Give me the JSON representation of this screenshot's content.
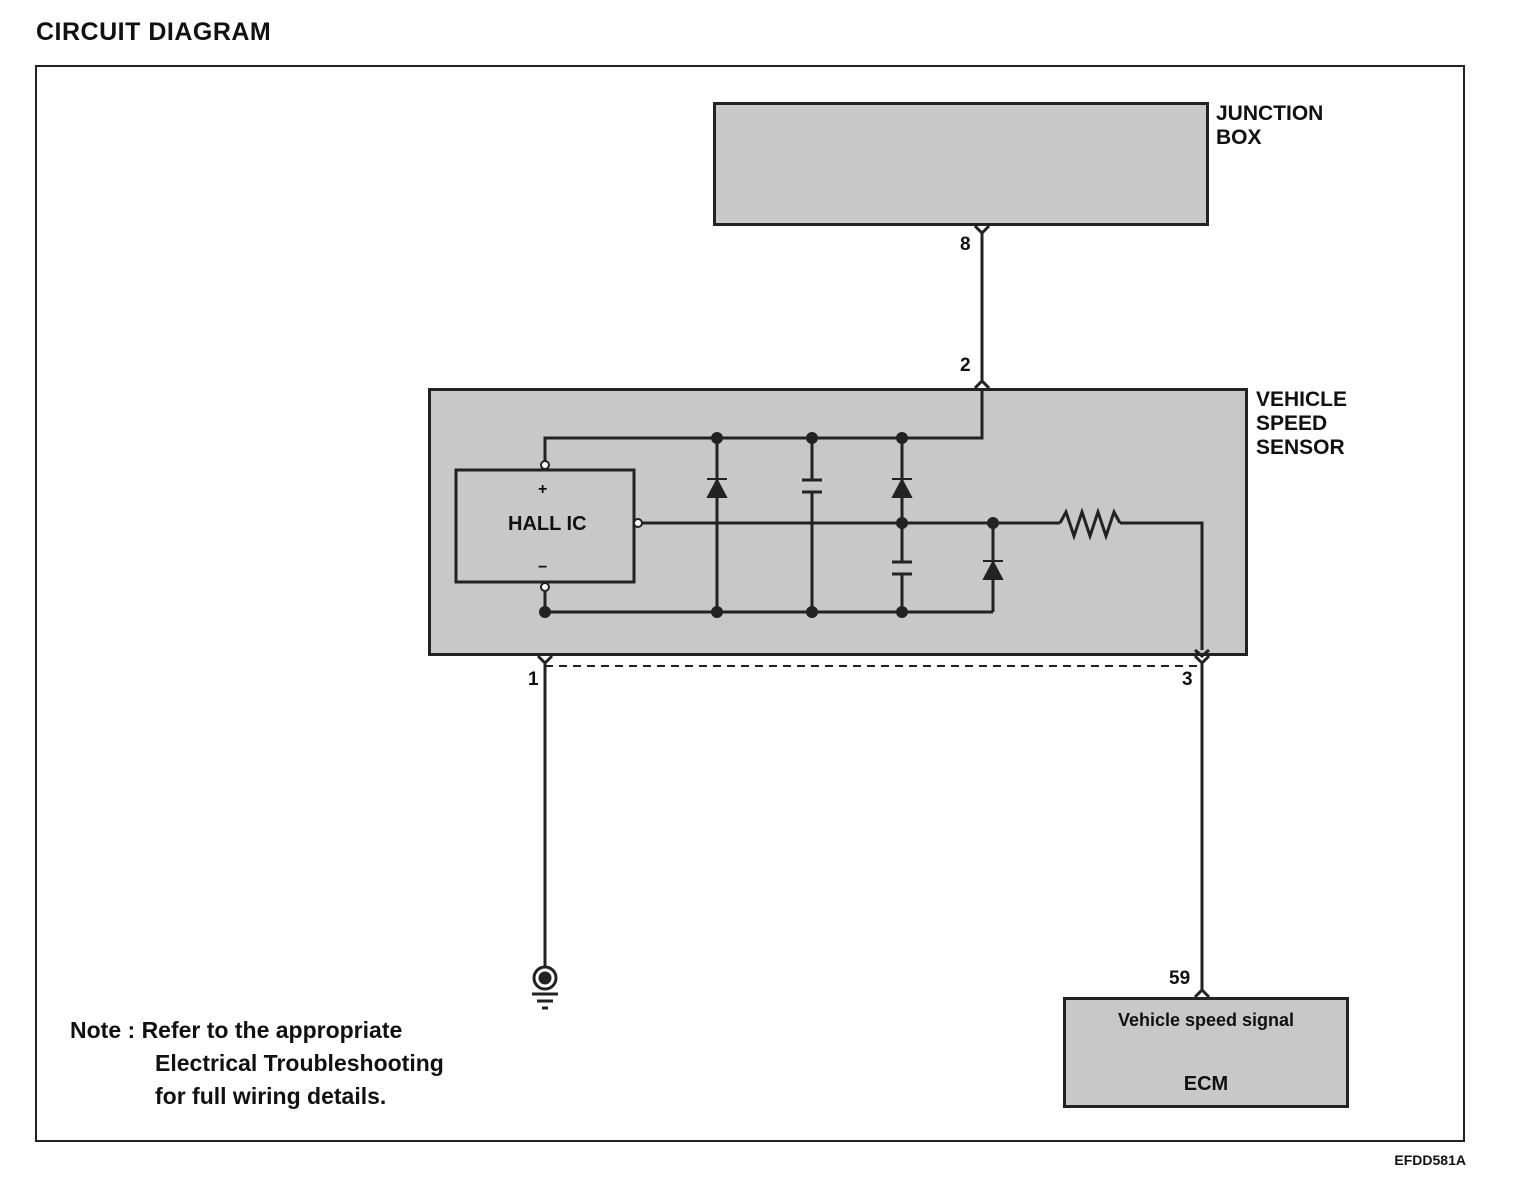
{
  "header": {
    "title": "CIRCUIT DIAGRAM"
  },
  "components": {
    "junction_box": {
      "line1": "JUNCTION",
      "line2": "BOX"
    },
    "vehicle_speed_sensor": {
      "line1": "VEHICLE",
      "line2": "SPEED",
      "line3": "SENSOR"
    },
    "hall_ic": {
      "label": "HALL IC",
      "plus": "+",
      "minus": "−"
    },
    "ecm": {
      "signal": "Vehicle speed signal",
      "label": "ECM"
    }
  },
  "pins": {
    "jb_8": "8",
    "vss_2": "2",
    "vss_1": "1",
    "vss_3": "3",
    "ecm_59": "59"
  },
  "note": {
    "prefix": "Note :",
    "line1": "Refer to the appropriate",
    "line2": "Electrical Troubleshooting",
    "line3": "for full wiring details."
  },
  "figure_code": "EFDD581A"
}
